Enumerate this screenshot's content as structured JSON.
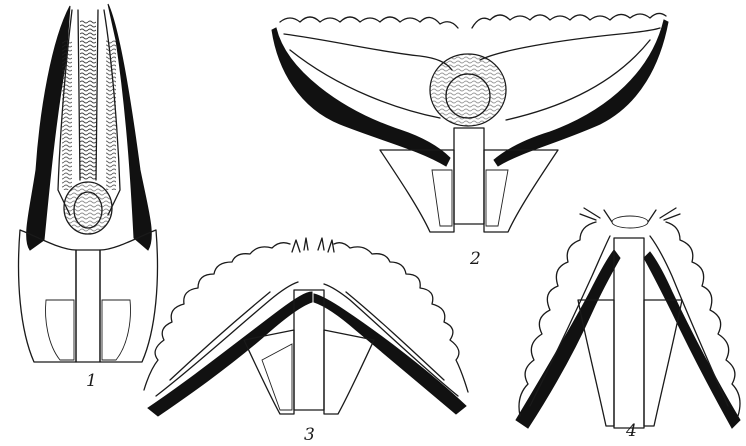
{
  "figure": {
    "panels": [
      {
        "label": "1"
      },
      {
        "label": "2"
      },
      {
        "label": "3"
      },
      {
        "label": "4"
      }
    ],
    "colors": {
      "ink": "#1a1a1a",
      "background": "#ffffff"
    }
  }
}
